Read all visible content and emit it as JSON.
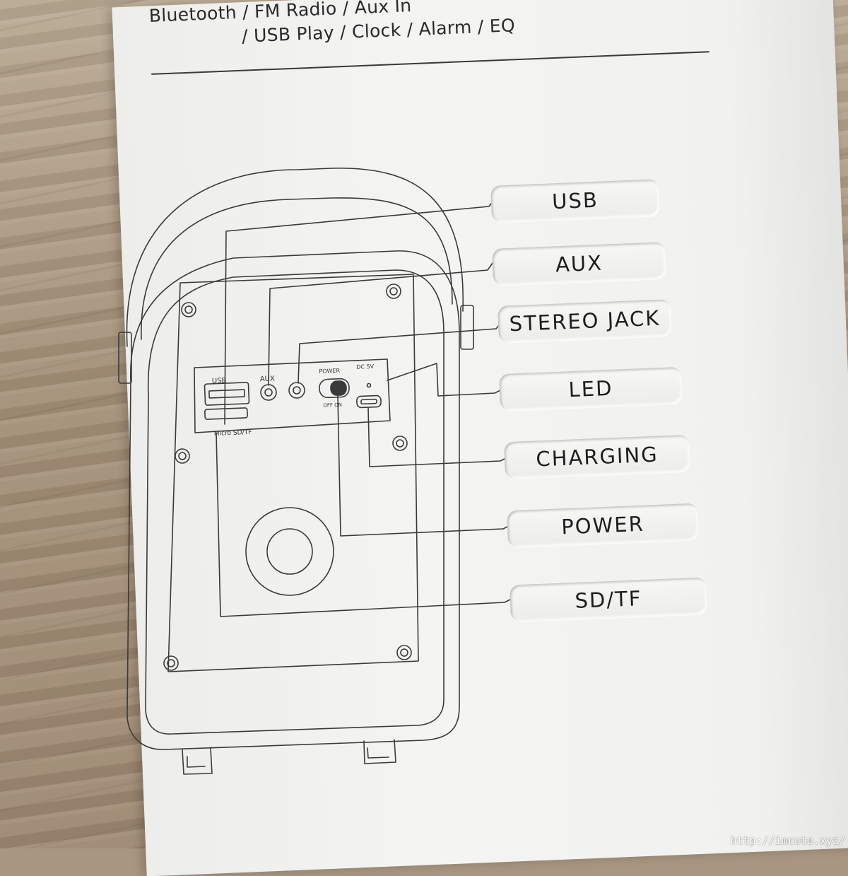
{
  "header": {
    "line1": "Bluetooth / FM Radio / Aux In",
    "line2": "/ USB Play / Clock / Alarm / EQ"
  },
  "panel": {
    "usb": "USB",
    "aux": "AUX",
    "power": "POWER",
    "off_on": "OFF  ON",
    "dc": "DC 5V",
    "sd": "Micro SD/TF"
  },
  "labels": {
    "usb": "USB",
    "aux": "AUX",
    "stereo_jack": "STEREO JACK",
    "led": "LED",
    "charging": "CHARGING",
    "power": "POWER",
    "sd_tf": "SD/TF"
  },
  "watermark": "http://imcute.xyz/",
  "colors": {
    "line": "#3a3a3a",
    "box": "#f1f1ef"
  }
}
